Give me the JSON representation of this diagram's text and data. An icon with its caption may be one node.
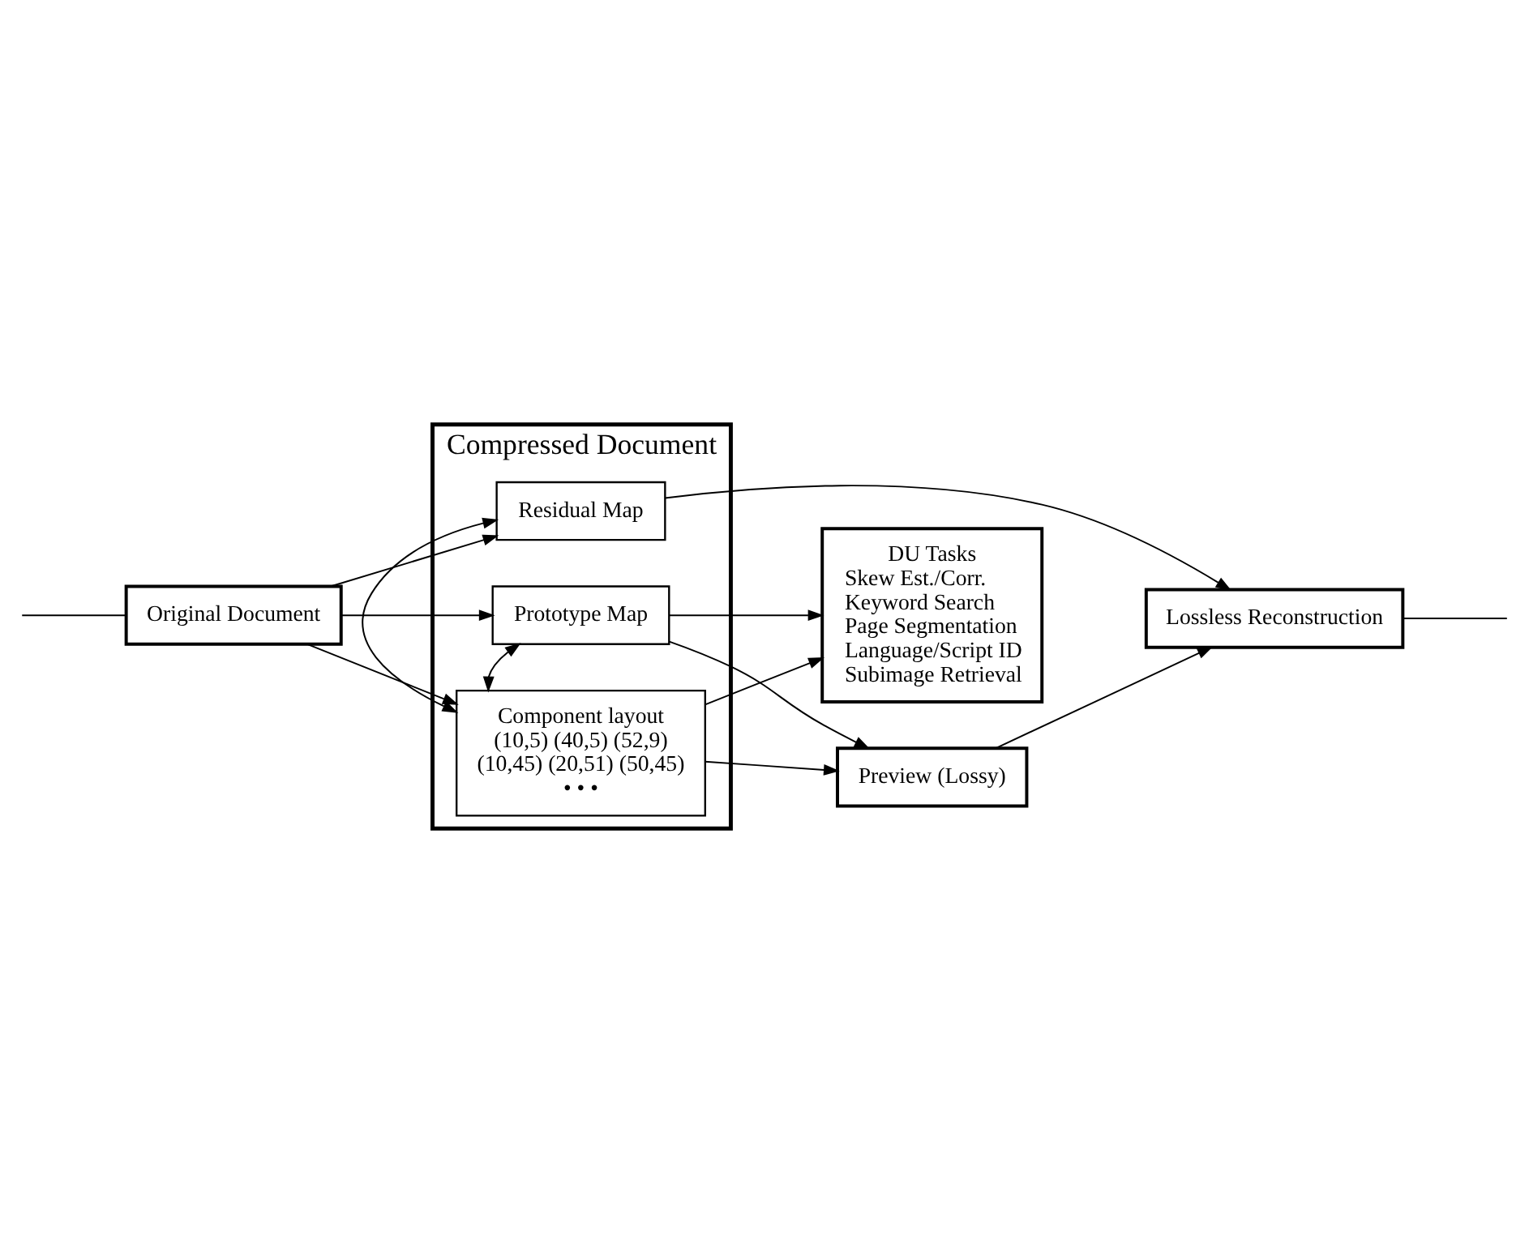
{
  "diagram": {
    "nodes": [
      {
        "text": [
          "Original Document"
        ]
      },
      {
        "text": [
          "Compressed Document"
        ]
      },
      {
        "text": [
          "Prototype Map"
        ],
        "in": 1
      },
      {
        "text": [
          "Component layout",
          "(10,5) (40,5) (52,9)",
          "(10,45) (20,51) (50,45)",
          "• • •"
        ],
        "in": 1
      },
      {
        "text": [
          "Residual Map"
        ],
        "in": 1
      },
      {
        "text": [
          "DU Tasks",
          "Skew Est./Corr.",
          "Keyword Search",
          "Page Segmentation",
          "Language/Script ID",
          "Subimage Retrieval"
        ]
      },
      {
        "text": [
          "Preview (Lossy)"
        ]
      },
      {
        "text": [
          "Lossless Reconstruction"
        ]
      }
    ],
    "edges": [
      {
        "from": null,
        "to": 0,
        "arrow": "none"
      },
      {
        "from": 0,
        "to": 2,
        "arrow": "to"
      },
      {
        "from": 0,
        "to": 3,
        "arrow": "to"
      },
      {
        "from": 0,
        "to": 4,
        "arrow": "to"
      },
      {
        "from": 2,
        "to": 3,
        "arrow": "both"
      },
      {
        "from": 3,
        "to": 4,
        "arrow": "both"
      },
      {
        "from": 2,
        "to": 5,
        "arrow": "to"
      },
      {
        "from": 2,
        "to": 6,
        "arrow": "to"
      },
      {
        "from": 3,
        "to": 5,
        "arrow": "to"
      },
      {
        "from": 3,
        "to": 6,
        "arrow": "to"
      },
      {
        "from": 4,
        "to": 7,
        "arrow": "to"
      },
      {
        "from": 6,
        "to": 7,
        "arrow": "to"
      },
      {
        "from": 7,
        "to": null,
        "arrow": "none"
      }
    ]
  }
}
